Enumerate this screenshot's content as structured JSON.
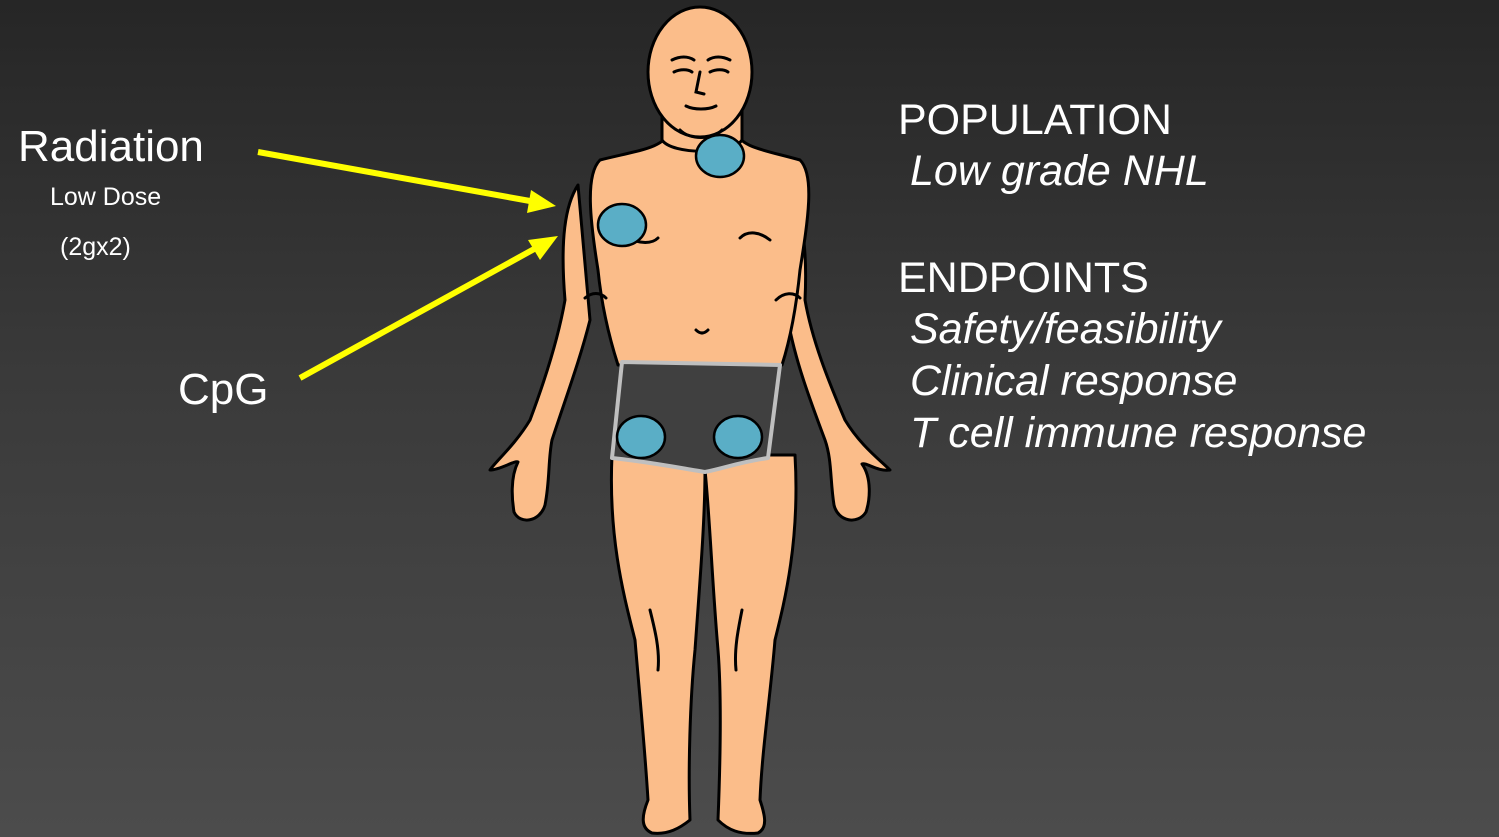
{
  "labels": {
    "radiation": "Radiation",
    "low_dose": "Low Dose",
    "dose_value": "(2gx2)",
    "cpg": "CpG"
  },
  "population": {
    "heading": "POPULATION",
    "items": [
      "Low grade NHL"
    ]
  },
  "endpoints": {
    "heading": "ENDPOINTS",
    "items": [
      "Safety/feasibility",
      "Clinical response",
      "T cell immune response"
    ]
  },
  "colors": {
    "background_top": "#262626",
    "background_bottom": "#4c4c4c",
    "skin": "#fbbd8a",
    "briefs": "#404040",
    "tumor_site": "#5aaec6",
    "arrow": "#ffff00",
    "text": "#ffffff"
  }
}
